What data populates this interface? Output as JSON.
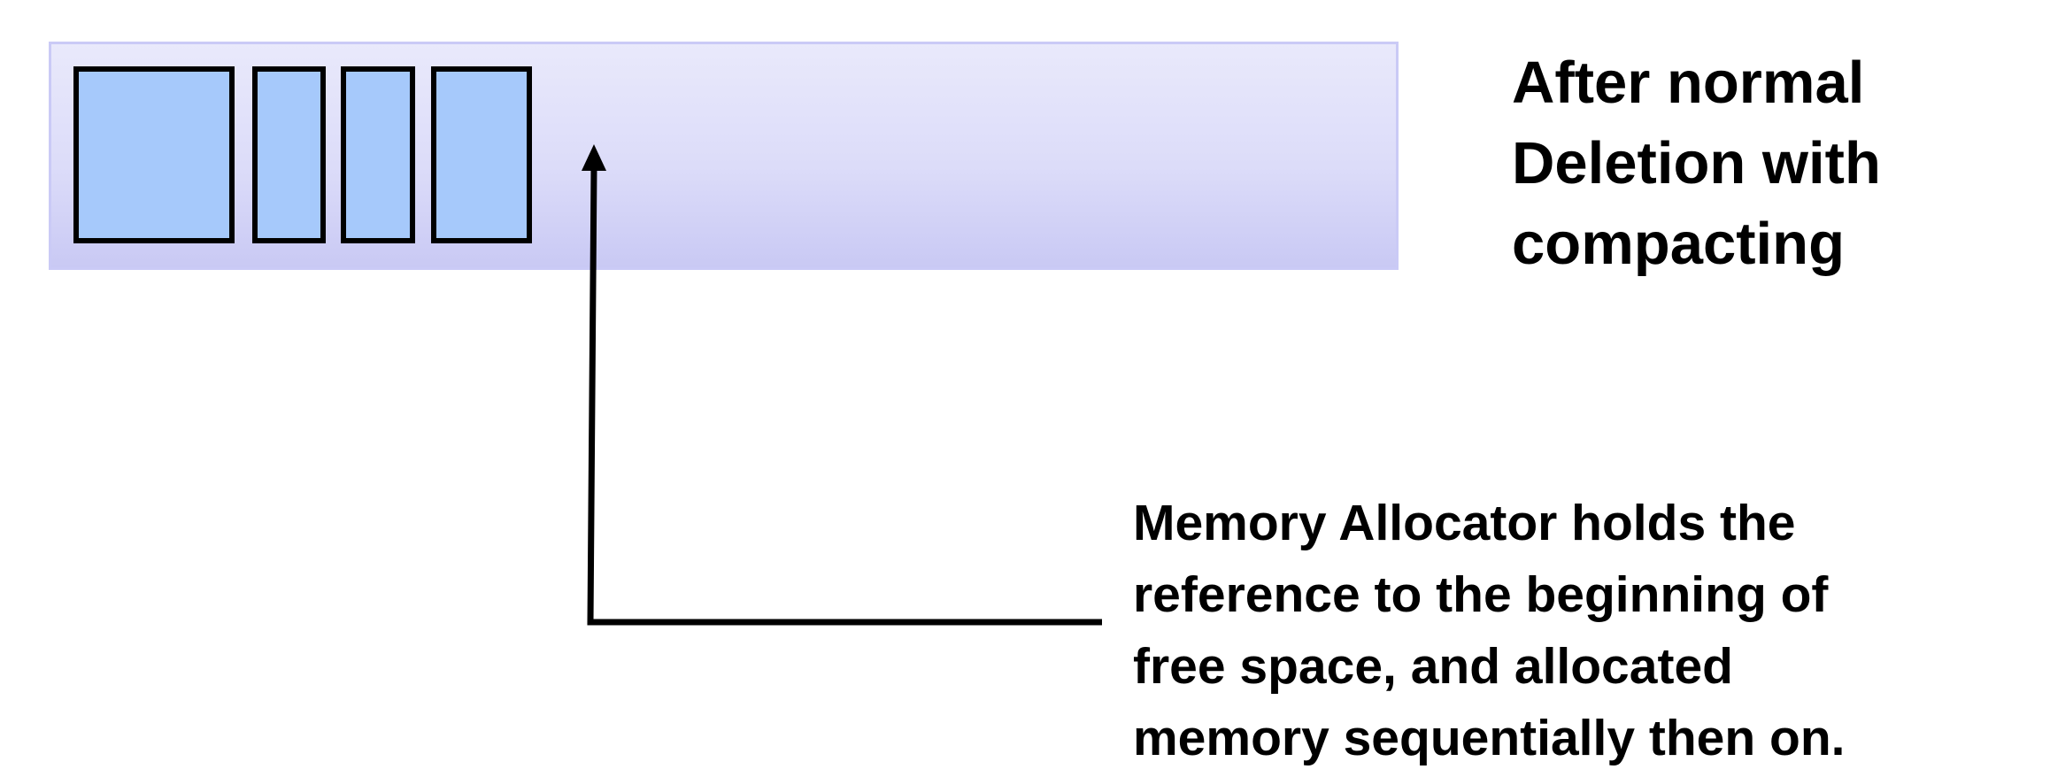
{
  "title": {
    "lines": [
      "After normal",
      "Deletion with",
      "compacting"
    ]
  },
  "annotation": {
    "lines": [
      "Memory Allocator holds the",
      "reference to the beginning of",
      "free space, and allocated",
      "memory sequentially then on."
    ]
  },
  "memory": {
    "allocated_block_count": 4
  },
  "colors": {
    "block_fill": "#a6c9fb",
    "heap_fill_top": "#e9e9fb",
    "heap_fill_bottom": "#c9c9f4",
    "outline": "#000000"
  }
}
